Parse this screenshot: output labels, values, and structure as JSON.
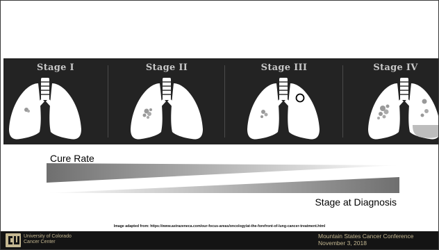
{
  "stages": [
    {
      "label": "Stage I"
    },
    {
      "label": "Stage II"
    },
    {
      "label": "Stage III"
    },
    {
      "label": "Stage IV"
    }
  ],
  "cure_rate_label": "Cure Rate",
  "stage_at_diagnosis_label": "Stage at Diagnosis",
  "image_credit": "Image adapted from: https://www.astrazeneca.com/our-focus-areas/oncology/at-the-forefront-of-lung-cancer-treatment.html",
  "footer": {
    "university_line1": "University of Colorado",
    "university_line2": "Cancer Center",
    "conference_line1": "Mountain States Cancer Conference",
    "conference_line2": "November 3, 2018"
  },
  "colors": {
    "banner": "#232323",
    "footer": "#141414",
    "footer_text": "#c5b892",
    "gradient_dark": "#707070",
    "gradient_light": "#ffffff"
  }
}
